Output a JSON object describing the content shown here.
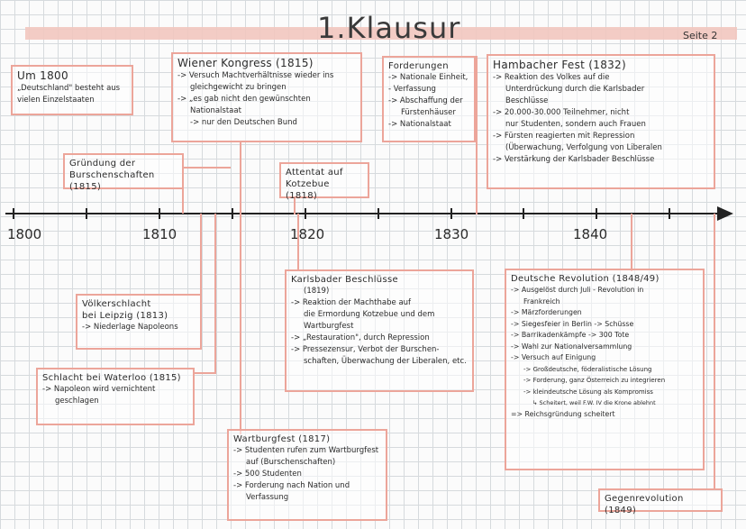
{
  "header": {
    "title": "1.Klausur",
    "page": "Seite 2"
  },
  "timeline": {
    "years": [
      "1800",
      "1810",
      "1820",
      "1830",
      "1840"
    ]
  },
  "boxes": {
    "um1800": {
      "title": "Um 1800",
      "lines": [
        "„Deutschland\" besteht aus",
        "vielen Einzelstaaten"
      ]
    },
    "wiener": {
      "title": "Wiener Kongress (1815)",
      "lines": [
        "-> Versuch Machtverhältnisse wieder ins",
        "gleichgewicht zu bringen",
        "-> „es gab nicht den gewünschten",
        "Nationalstaat",
        "-> nur den Deutschen Bund"
      ]
    },
    "forderungen": {
      "title": "Forderungen",
      "lines": [
        "-> Nationale Einheit,",
        "- Verfassung",
        "-> Abschaffung der",
        "Fürstenhäuser",
        "-> Nationalstaat"
      ]
    },
    "hambacher": {
      "title": "Hambacher Fest (1832)",
      "lines": [
        "-> Reaktion des Volkes auf die",
        "Unterdrückung durch die Karlsbader",
        "Beschlüsse",
        "-> 20.000-30.000 Teilnehmer, nicht",
        "nur Studenten, sondern auch Frauen",
        "-> Fürsten reagierten mit Repression",
        "(Überwachung, Verfolgung von Liberalen",
        "-> Verstärkung der Karlsbader Beschlüsse"
      ]
    },
    "gruendung": {
      "title": "Gründung der",
      "title2": "Burschenschaften (1815)"
    },
    "attentat": {
      "title": "Attentat auf",
      "title2": "Kotzebue (1818)"
    },
    "voelker": {
      "title": "Völkerschlacht",
      "title2": "bei Leipzig (1813)",
      "lines": [
        "-> Niederlage Napoleons"
      ]
    },
    "waterloo": {
      "title": "Schlacht bei Waterloo (1815)",
      "lines": [
        "-> Napoleon wird vernichtent",
        "geschlagen"
      ]
    },
    "karlsbad": {
      "title": "Karlsbader Beschlüsse",
      "sub": "(1819)",
      "lines": [
        "-> Reaktion der Machthabe auf",
        "die Ermordung Kotzebue und dem",
        "Wartburgfest",
        "-> „Restauration\", durch Repression",
        "-> Pressezensur, Verbot der Burschen-",
        "schaften, Überwachung der Liberalen, etc."
      ]
    },
    "wartburg": {
      "title": "Wartburgfest (1817)",
      "lines": [
        "-> Studenten rufen zum Wartburgfest",
        "auf (Burschenschaften)",
        "-> 500 Studenten",
        "-> Forderung nach Nation und",
        "Verfassung"
      ]
    },
    "revolution": {
      "title": "Deutsche Revolution (1848/49)",
      "lines": [
        "-> Ausgelöst durch Juli - Revolution in",
        "Frankreich",
        "-> Märzforderungen",
        "-> Siegesfeier in Berlin -> Schüsse",
        "-> Barrikadenkämpfe -> 300 Tote",
        "-> Wahl zur Nationalversammlung",
        "-> Versuch auf Einigung"
      ],
      "sublines": [
        "-> Großdeutsche, föderalistische Lösung",
        "-> Forderung, ganz Österreich zu integrieren",
        "-> kleindeutsche Lösung als Kompromiss"
      ],
      "subsub": "↳ Scheitert, weil F.W. IV die Krone ablehnt",
      "last": "=> Reichsgründung scheitert"
    },
    "gegen": {
      "title": "Gegenrevolution (1849)"
    }
  },
  "colors": {
    "accent": "#eca59a",
    "grid": "#d6dadd",
    "ink": "#2b2b2b"
  }
}
